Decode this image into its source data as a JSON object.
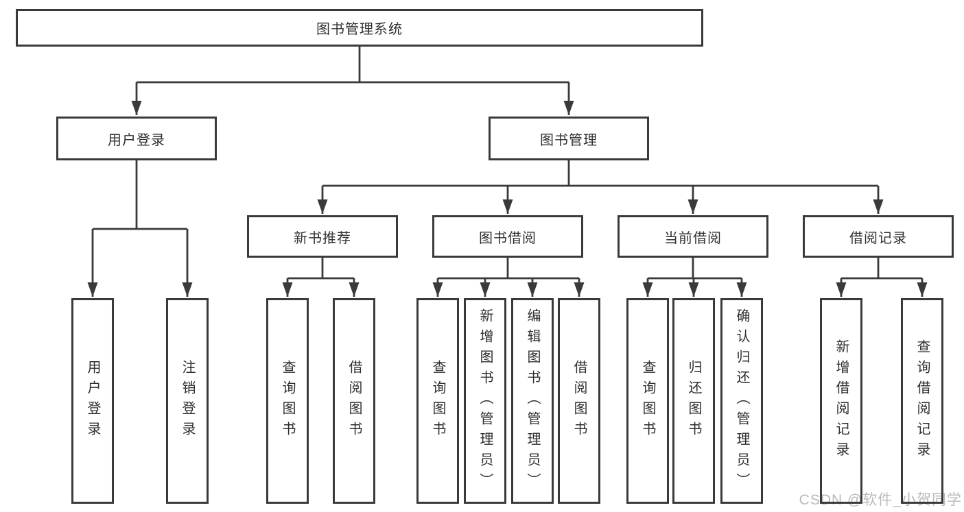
{
  "watermark": "CSDN @软件_小贺同学",
  "colors": {
    "line": "#3a3a3a",
    "text": "#2f2f2f",
    "watermark": "#b9b9b9"
  },
  "tree": {
    "root": "图书管理系统",
    "branches": [
      {
        "label": "用户登录",
        "children": [
          "用户登录",
          "注销登录"
        ]
      },
      {
        "label": "图书管理",
        "sections": [
          {
            "label": "新书推荐",
            "children": [
              "查询图书",
              "借阅图书"
            ]
          },
          {
            "label": "图书借阅",
            "children": [
              "查询图书",
              "新增图书（管理员）",
              "编辑图书（管理员）",
              "借阅图书"
            ]
          },
          {
            "label": "当前借阅",
            "children": [
              "查询图书",
              "归还图书",
              "确认归还（管理员）"
            ]
          },
          {
            "label": "借阅记录",
            "children": [
              "新增借阅记录",
              "查询借阅记录"
            ]
          }
        ]
      }
    ]
  }
}
